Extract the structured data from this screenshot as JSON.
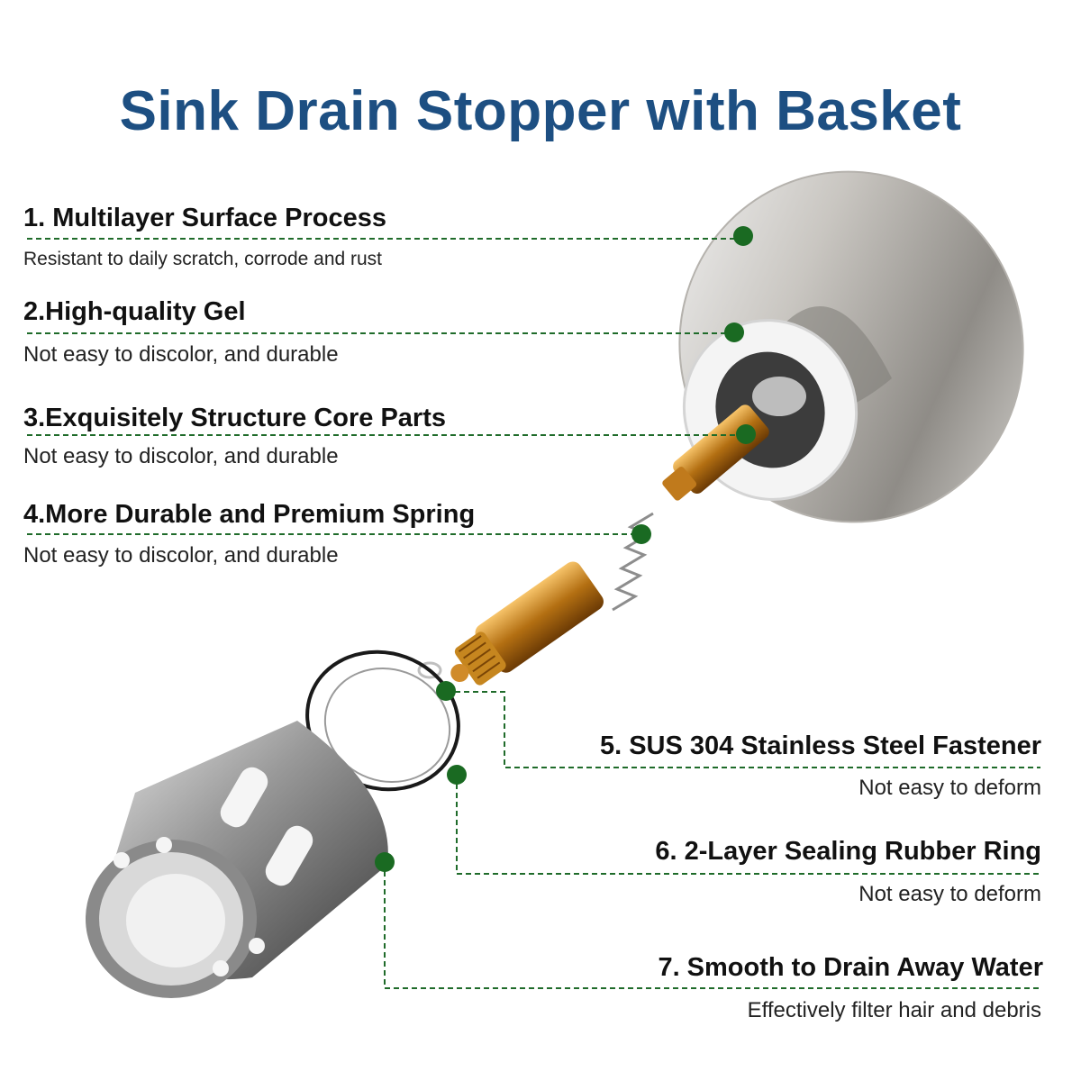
{
  "colors": {
    "title": "#1d4f82",
    "leader": "#1f6b2a",
    "dot": "#1a6a22"
  },
  "title": "Sink Drain Stopper with Basket",
  "features": [
    {
      "title": "1. Multilayer Surface Process",
      "desc": "Resistant to daily scratch, corrode and rust"
    },
    {
      "title": "2.High-quality Gel",
      "desc": "Not easy to discolor, and durable"
    },
    {
      "title": "3.Exquisitely Structure Core Parts",
      "desc": "Not easy to discolor, and durable"
    },
    {
      "title": "4.More Durable and Premium Spring",
      "desc": "Not easy to discolor, and durable"
    },
    {
      "title": "5. SUS 304 Stainless Steel Fastener",
      "desc": "Not easy to deform"
    },
    {
      "title": "6. 2-Layer Sealing Rubber Ring",
      "desc": "Not easy to deform"
    },
    {
      "title": "7. Smooth to Drain Away Water",
      "desc": "Effectively filter hair and debris"
    }
  ]
}
